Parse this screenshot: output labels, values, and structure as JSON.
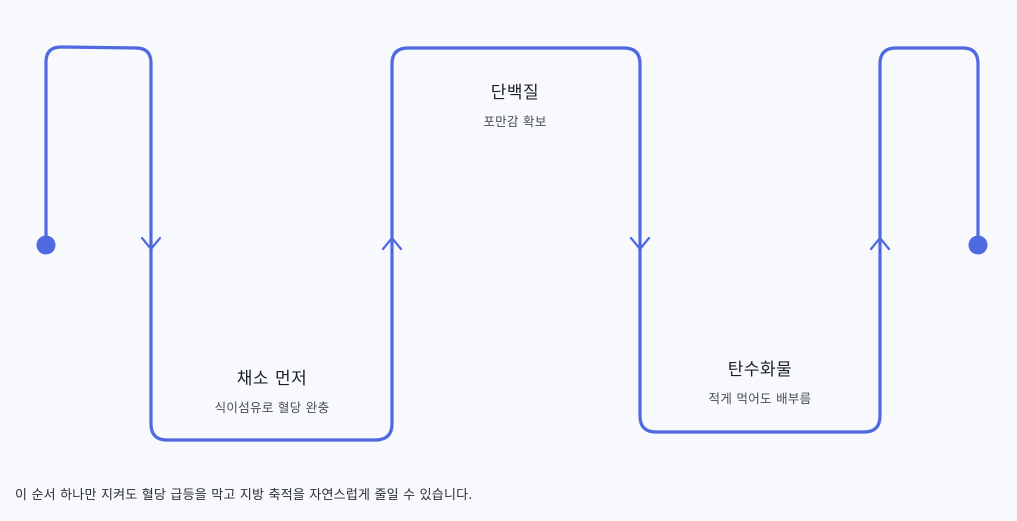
{
  "accent_color": "#4f6ae0",
  "steps": [
    {
      "title": "채소 먼저",
      "desc": "식이섬유로 혈당 완충"
    },
    {
      "title": "단백질",
      "desc": "포만감 확보"
    },
    {
      "title": "탄수화물",
      "desc": "적게 먹어도 배부름"
    }
  ],
  "footer_note": "이 순서 하나만 지켜도 혈당 급등을 막고 지방 축적을 자연스럽게 줄일 수 있습니다."
}
